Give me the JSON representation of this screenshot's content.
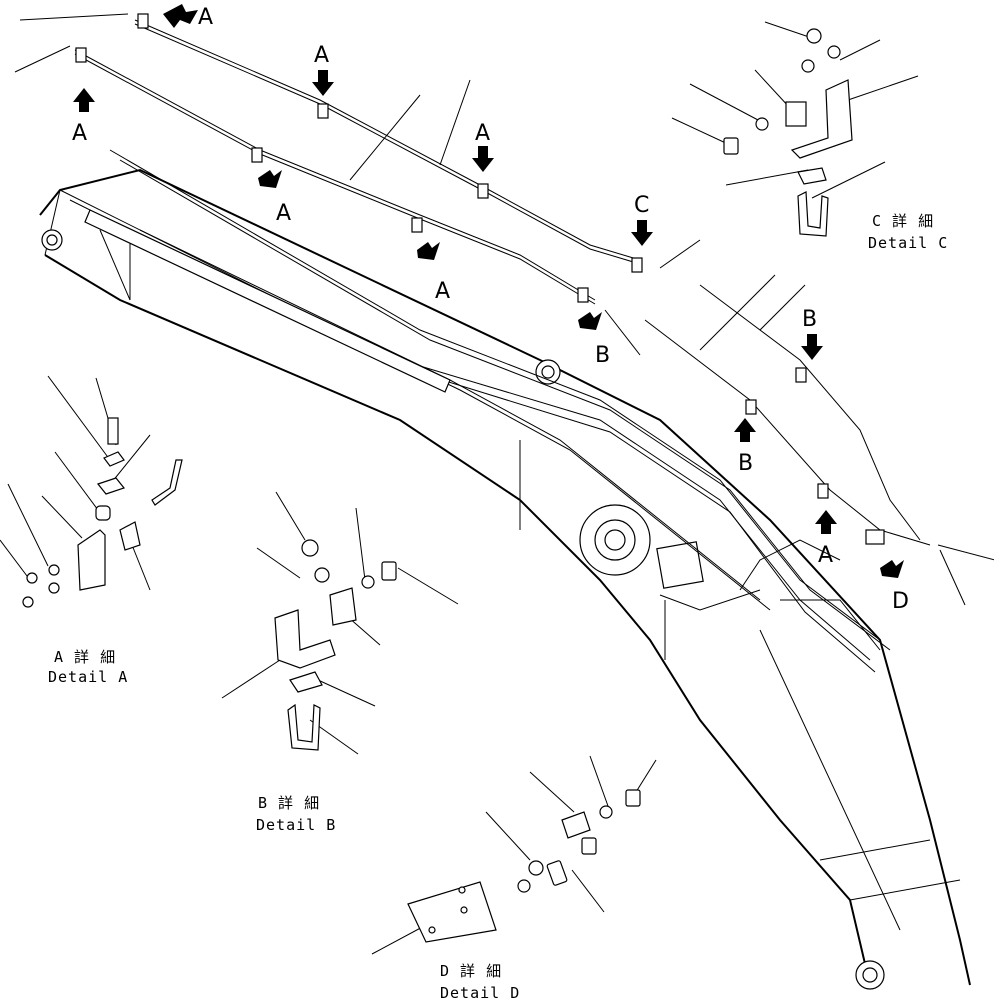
{
  "labels": {
    "a": "A",
    "b": "B",
    "c": "C",
    "d": "D"
  },
  "details": {
    "a": {
      "jp": "A 詳 細",
      "en": "Detail A"
    },
    "b": {
      "jp": "B 詳 細",
      "en": "Detail B"
    },
    "c": {
      "jp": "C 詳 細",
      "en": "Detail C"
    },
    "d": {
      "jp": "D 詳 細",
      "en": "Detail D"
    }
  },
  "colors": {
    "ink": "#000000",
    "paper": "#ffffff"
  }
}
